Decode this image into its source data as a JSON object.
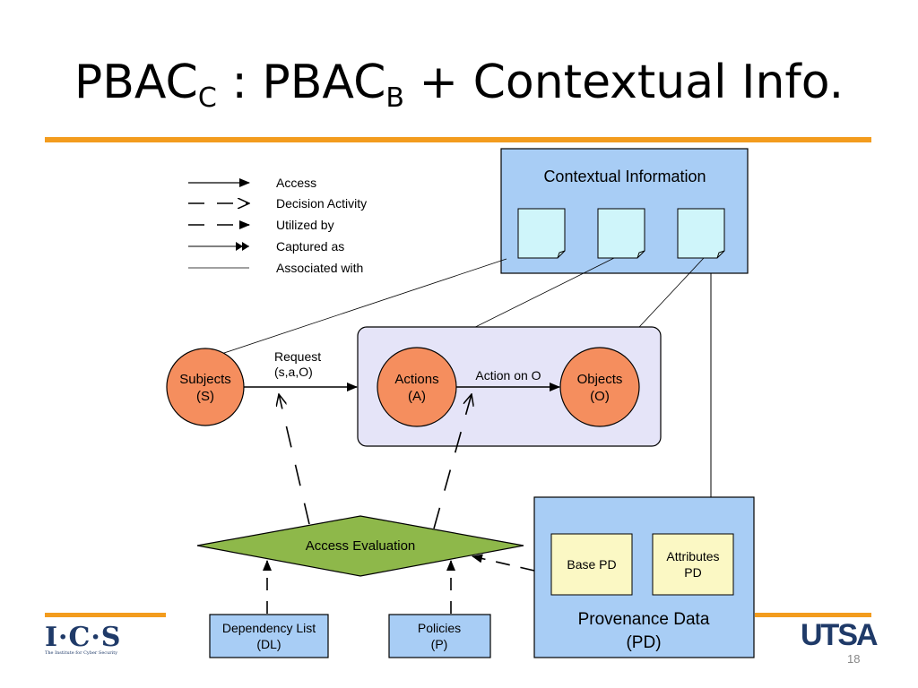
{
  "title": {
    "pbac1": "PBAC",
    "sub1": "C",
    "middle": " : PBAC",
    "sub2": "B",
    "rest": " + Contextual Info."
  },
  "legend": {
    "access": "Access",
    "decision": "Decision Activity",
    "utilized": "Utilized by",
    "captured": "Captured as",
    "associated": "Associated with"
  },
  "contextual": {
    "title": "Contextual Information"
  },
  "nodes": {
    "subjects": {
      "line1": "Subjects",
      "line2": "(S)"
    },
    "actions": {
      "line1": "Actions",
      "line2": "(A)"
    },
    "objects": {
      "line1": "Objects",
      "line2": "(O)"
    },
    "request": {
      "line1": "Request",
      "line2": "(s,a,O)"
    },
    "action_on_o": "Action on O",
    "access_eval": "Access Evaluation",
    "dl": {
      "line1": "Dependency List",
      "line2": "(DL)"
    },
    "policies": {
      "line1": "Policies",
      "line2": "(P)"
    },
    "base_pd": "Base PD",
    "attr_pd": {
      "line1": "Attributes",
      "line2": "PD"
    },
    "provenance": {
      "line1": "Provenance Data",
      "line2": "(PD)"
    }
  },
  "colors": {
    "accent": "#F39C1E",
    "box_blue": "#A8CDF5",
    "circle": "#F58E5E",
    "diamond": "#8EB84A",
    "doc": "#CFF5FA",
    "pd_yellow": "#FBF8C4",
    "group_lavender": "#E5E4F8"
  },
  "footer": {
    "ics": "I·C·S",
    "ics_tag": "The Institute for Cyber Security",
    "utsa": "UTSA",
    "page": "18"
  }
}
